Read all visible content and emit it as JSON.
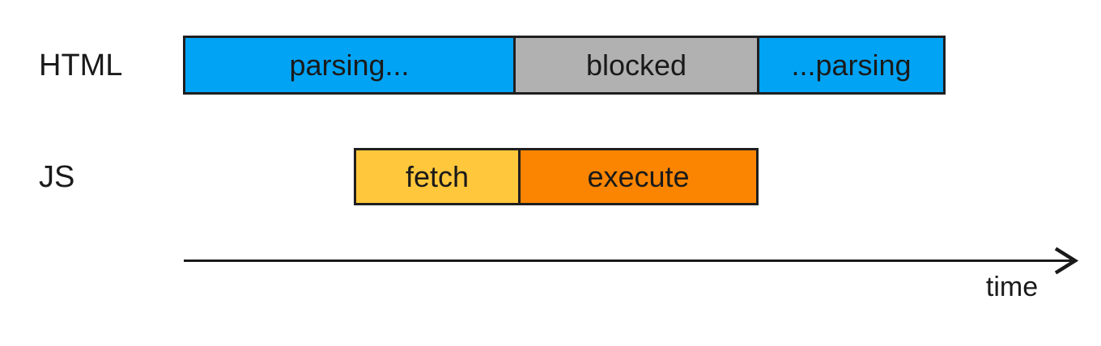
{
  "diagram": {
    "title_hint": "script loading timeline",
    "rows": [
      {
        "label": "HTML",
        "segments": [
          {
            "name": "parsing-start",
            "label": "parsing...",
            "color": "#01a3f4"
          },
          {
            "name": "blocked",
            "label": "blocked",
            "color": "#b1b1b1"
          },
          {
            "name": "parsing-resume",
            "label": "...parsing",
            "color": "#01a3f4"
          }
        ]
      },
      {
        "label": "JS",
        "segments": [
          {
            "name": "fetch",
            "label": "fetch",
            "color": "#ffc73b"
          },
          {
            "name": "execute",
            "label": "execute",
            "color": "#fb8500"
          }
        ]
      }
    ],
    "axis": {
      "label": "time"
    },
    "colors": {
      "background": "#ffffff",
      "bar_border": "#1f1f1f",
      "text": "#1a1a1a",
      "axis_stroke": "#1a1a1a"
    }
  }
}
